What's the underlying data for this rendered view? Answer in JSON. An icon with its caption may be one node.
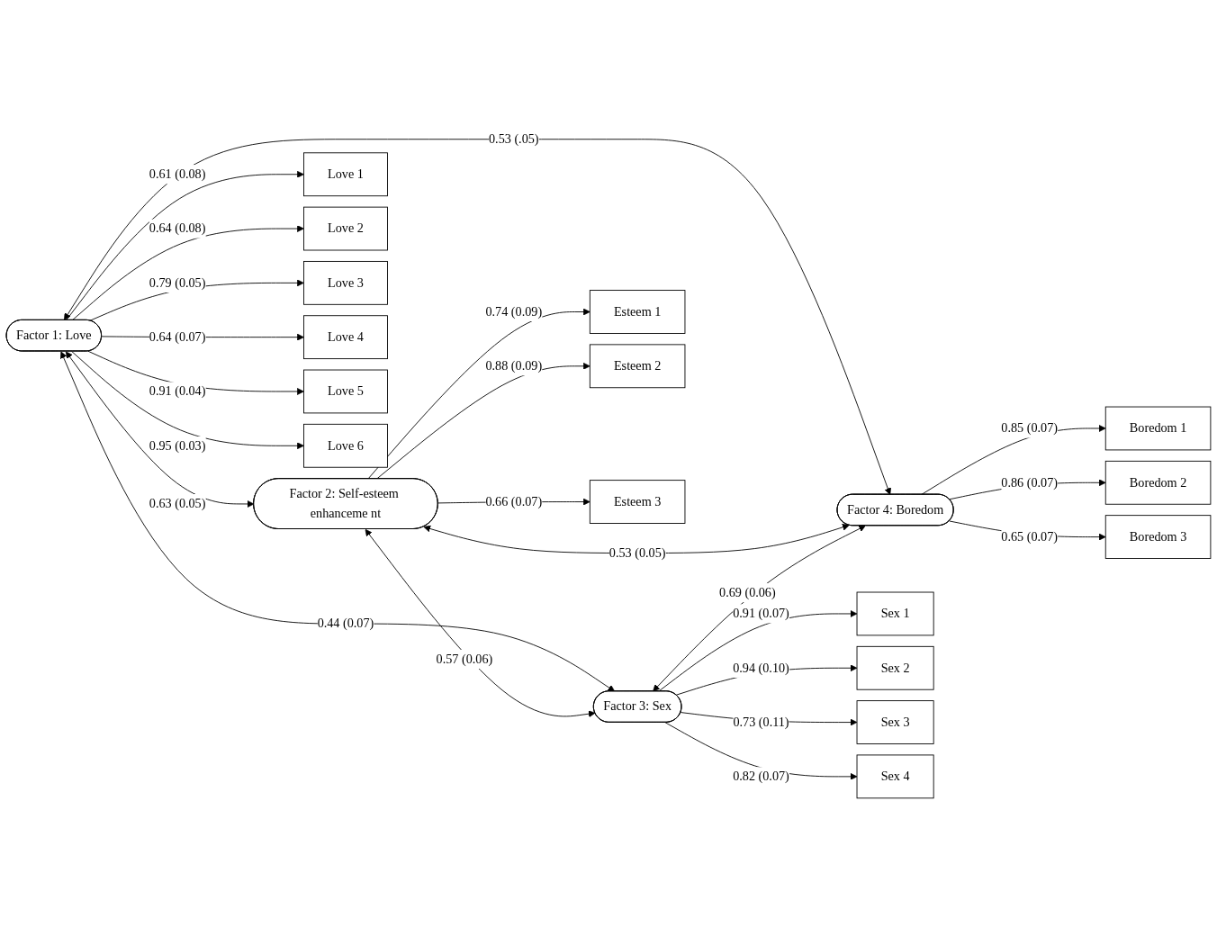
{
  "diagram": {
    "nodes": [
      {
        "text": [
          "Factor 1: Love"
        ]
      },
      {
        "text": [
          "Factor 2: Self-esteem enhanceme nt"
        ]
      },
      {
        "text": [
          "Factor 3: Sex"
        ]
      },
      {
        "text": [
          "Factor 4: Boredom"
        ]
      },
      {
        "text": [
          "Love 1"
        ]
      },
      {
        "text": [
          "Love 2"
        ]
      },
      {
        "text": [
          "Love 3"
        ]
      },
      {
        "text": [
          "Love 4"
        ]
      },
      {
        "text": [
          "Love 5"
        ]
      },
      {
        "text": [
          "Love 6"
        ]
      },
      {
        "text": [
          "Esteem 1"
        ]
      },
      {
        "text": [
          "Esteem 2"
        ]
      },
      {
        "text": [
          "Esteem 3"
        ]
      },
      {
        "text": [
          "Sex 1"
        ]
      },
      {
        "text": [
          "Sex 2"
        ]
      },
      {
        "text": [
          "Sex 3"
        ]
      },
      {
        "text": [
          "Sex 4"
        ]
      },
      {
        "text": [
          "Boredom 1"
        ]
      },
      {
        "text": [
          "Boredom 2"
        ]
      },
      {
        "text": [
          "Boredom 3"
        ]
      }
    ],
    "edges": [
      {
        "from": 0,
        "to": 4,
        "arrow": "to",
        "label": "0.61 (0.08)"
      },
      {
        "from": 0,
        "to": 5,
        "arrow": "to",
        "label": "0.64 (0.08)"
      },
      {
        "from": 0,
        "to": 6,
        "arrow": "to",
        "label": "0.79 (0.05)"
      },
      {
        "from": 0,
        "to": 7,
        "arrow": "to",
        "label": "0.64 (0.07)"
      },
      {
        "from": 0,
        "to": 8,
        "arrow": "to",
        "label": "0.91 (0.04)"
      },
      {
        "from": 0,
        "to": 9,
        "arrow": "to",
        "label": "0.95 (0.03)"
      },
      {
        "from": 1,
        "to": 10,
        "arrow": "to",
        "label": "0.74 (0.09)"
      },
      {
        "from": 1,
        "to": 11,
        "arrow": "to",
        "label": "0.88 (0.09)"
      },
      {
        "from": 1,
        "to": 12,
        "arrow": "to",
        "label": "0.66 (0.07)"
      },
      {
        "from": 2,
        "to": 13,
        "arrow": "to",
        "label": "0.91 (0.07)"
      },
      {
        "from": 2,
        "to": 14,
        "arrow": "to",
        "label": "0.94 (0.10)"
      },
      {
        "from": 2,
        "to": 15,
        "arrow": "to",
        "label": "0.73 (0.11)"
      },
      {
        "from": 2,
        "to": 16,
        "arrow": "to",
        "label": "0.82 (0.07)"
      },
      {
        "from": 3,
        "to": 17,
        "arrow": "to",
        "label": "0.85 (0.07)"
      },
      {
        "from": 3,
        "to": 18,
        "arrow": "to",
        "label": "0.86 (0.07)"
      },
      {
        "from": 3,
        "to": 19,
        "arrow": "to",
        "label": "0.65 (0.07)"
      },
      {
        "from": 0,
        "to": 1,
        "arrow": "both",
        "label": "0.63 (0.05)"
      },
      {
        "from": 0,
        "to": 2,
        "arrow": "both",
        "label": "0.44 (0.07)"
      },
      {
        "from": 0,
        "to": 3,
        "arrow": "both",
        "label": "0.53 (.05)"
      },
      {
        "from": 1,
        "to": 2,
        "arrow": "both",
        "label": "0.57 (0.06)"
      },
      {
        "from": 1,
        "to": 3,
        "arrow": "both",
        "label": "0.53 (0.05)"
      },
      {
        "from": 2,
        "to": 3,
        "arrow": "both",
        "label": "0.69 (0.06)"
      }
    ]
  }
}
